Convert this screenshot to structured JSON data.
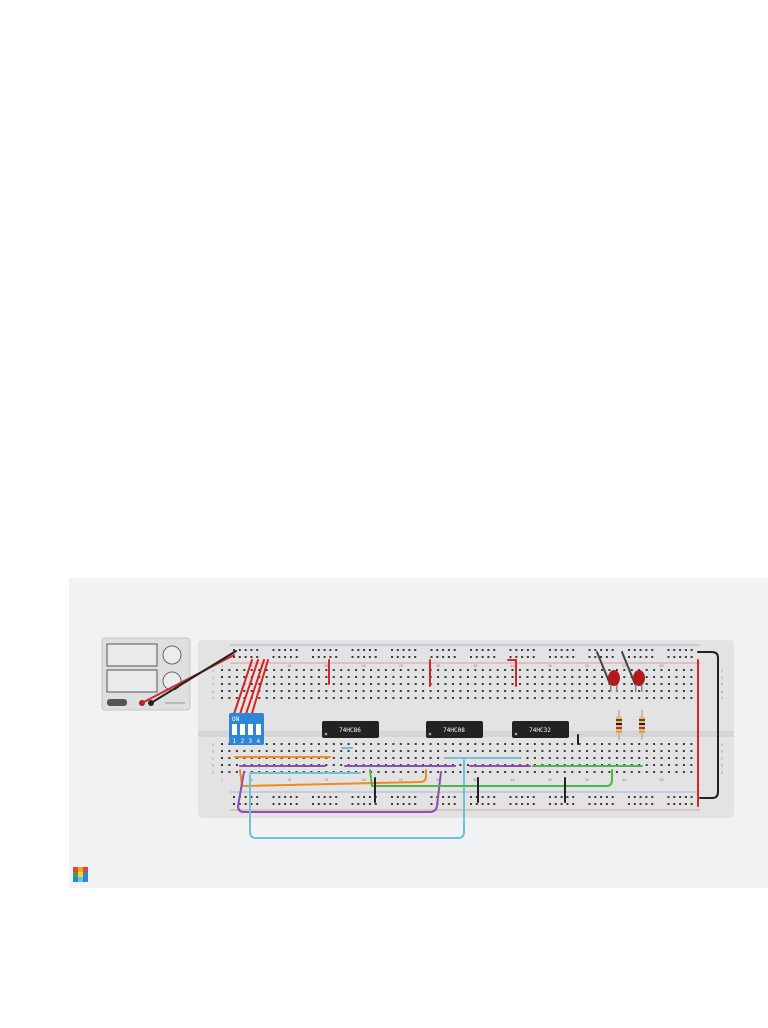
{
  "colors": {
    "canvas": "#f1f2f3",
    "board": "#e3e3e4",
    "hole": "#3a3a3a",
    "rail_red": "#d62b2b",
    "rail_blue": "#3b6fc9",
    "wire_red": "#d52525",
    "wire_black": "#222222",
    "wire_orange": "#f08c1c",
    "wire_purple": "#8a4fb5",
    "wire_cyan": "#6ec1d9",
    "wire_green": "#4cb84a",
    "chip": "#222222",
    "dip": "#2f86d6",
    "led": "#b01c1c"
  },
  "power_supply": {
    "icon": "power-supply-icon"
  },
  "breadboard": {
    "column_labels": [
      "1",
      "5",
      "10",
      "15",
      "20",
      "25",
      "30",
      "35",
      "40",
      "45",
      "50",
      "55",
      "60"
    ],
    "row_labels_top": [
      "j",
      "i",
      "h",
      "g",
      "f"
    ],
    "row_labels_bottom": [
      "e",
      "d",
      "c",
      "b",
      "a"
    ]
  },
  "dip_switch": {
    "label": "ON",
    "numbers": [
      "1",
      "2",
      "3",
      "4"
    ]
  },
  "chips": [
    {
      "label": "74HC86"
    },
    {
      "label": "74HC08"
    },
    {
      "label": "74HC32"
    }
  ],
  "logo": {
    "icon": "tinkercad-logo-icon"
  }
}
